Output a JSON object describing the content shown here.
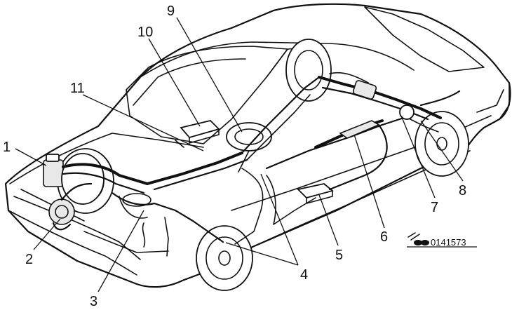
{
  "callouts": [
    {
      "id": "c1",
      "text": "1"
    },
    {
      "id": "c2",
      "text": "2"
    },
    {
      "id": "c3",
      "text": "3"
    },
    {
      "id": "c4",
      "text": "4"
    },
    {
      "id": "c5",
      "text": "5"
    },
    {
      "id": "c6",
      "text": "6"
    },
    {
      "id": "c7",
      "text": "7"
    },
    {
      "id": "c8",
      "text": "8"
    },
    {
      "id": "c9",
      "text": "9"
    },
    {
      "id": "c10",
      "text": "10"
    },
    {
      "id": "c11",
      "text": "11"
    }
  ],
  "reference_code": "0141573",
  "icons": {
    "reference_mark": "camera-arrow-icon"
  }
}
